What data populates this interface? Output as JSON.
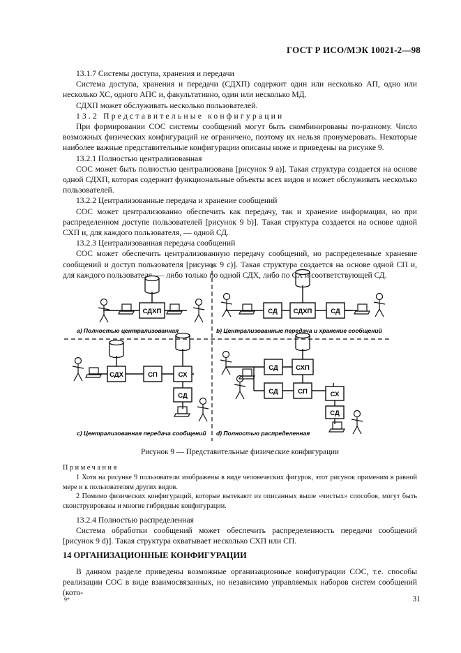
{
  "header": {
    "title": "ГОСТ Р ИСО/МЭК 10021-2—98"
  },
  "section_13": {
    "paragraphs": [
      {
        "text": "13.1.7 Системы доступа, хранения и передачи",
        "cls": "ind"
      },
      {
        "text": "Система доступа, хранения и передачи (СДХП) содержит один или несколько АП, одно или несколько ХС, одного АПС и, факультативно, один или несколько МД.",
        "cls": "ind"
      },
      {
        "text": "СДХП может обслуживать несколько пользователей.",
        "cls": "ind"
      },
      {
        "text": "13.2 Представительные конфигурации",
        "cls": "ind spaced"
      },
      {
        "text": "При формировании СОС системы сообщений могут быть скомбинированы по-разному. Число возможных физических конфигураций не ограничено, поэтому их нельзя пронумеровать. Некоторые наиболее важные представительные конфигурации описаны ниже и приведены на рисунке 9.",
        "cls": "ind"
      },
      {
        "text": "13.2.1 Полностью централизованная",
        "cls": "ind"
      },
      {
        "text": "СОС может быть полностью централизована [рисунок 9 а)]. Такая структура создается на основе одной СДХП, которая содержит функциональные объекты всех видов и может обслуживать несколько пользователей.",
        "cls": "ind"
      },
      {
        "text": "13.2.2 Централизованные передача и хранение сообщений",
        "cls": "ind"
      },
      {
        "text": "СОС может централизованно обеспечить как передачу, так и хранение информации, но при распределенном доступе пользователей [рисунок 9 b)]. Такая структура создается на основе одной СХП и, для каждого пользователя, — одной СД.",
        "cls": "ind"
      },
      {
        "text": "13.2.3 Централизованная передача сообщений",
        "cls": "ind"
      },
      {
        "text": "СОС может обеспечить централизованную передачу сообщений, но распределенные хранение сообщений и доступ пользователя [рисунок 9 с)]. Такая структура создается на основе одной СП и, для каждого пользователя, — либо только по одной СДХ, либо по СХ и соответствующей СД.",
        "cls": "ind"
      }
    ]
  },
  "figure": {
    "a": {
      "caption": "а) Полностью централизованная",
      "box": "СДХП"
    },
    "b": {
      "caption": "b) Централизованные передача и хранение сообщений",
      "left": "СД",
      "center": "СДХП",
      "right": "СД"
    },
    "c": {
      "caption": "с) Централизованная передача сообщений",
      "sdh": "СДХ",
      "sp": "СП",
      "sh": "СХ",
      "sd": "СД"
    },
    "d": {
      "caption": "d) Полностью распределенная",
      "sd1": "СД",
      "shp": "СХП",
      "sd2": "СД",
      "sp": "СП",
      "sh": "СХ",
      "sd3": "СД"
    },
    "title": "Рисунок 9 — Представительные физические конфигурации"
  },
  "notes": {
    "heading": "Примечания",
    "items": [
      "1 Хотя на рисунке 9 пользователи изображены в виде человеческих фигурок, этот рисунок применим в равной мере и к пользователям других видов.",
      "2 Помимо физических конфигураций, которые вытекают из описанных выше «чистых» способов, могут быть сконструированы и многие гибридные конфигурации."
    ]
  },
  "section_1324": {
    "heading": "13.2.4 Полностью распределенная",
    "text": "Система обработки сообщений может обеспечить распределенность передачи сообщений [рисунок 9 d)]. Такая структура охватывает несколько СХП или СП."
  },
  "section_14": {
    "heading": "14 ОРГАНИЗАЦИОННЫЕ КОНФИГУРАЦИИ",
    "text": "В данном разделе приведены возможные организационные конфигурации СОС, т.е. способы реализации СОС в виде взаимосвязанных, но независимо управляемых наборов систем сообщений (кото-"
  },
  "footer": {
    "left": "9*",
    "page": "31"
  }
}
